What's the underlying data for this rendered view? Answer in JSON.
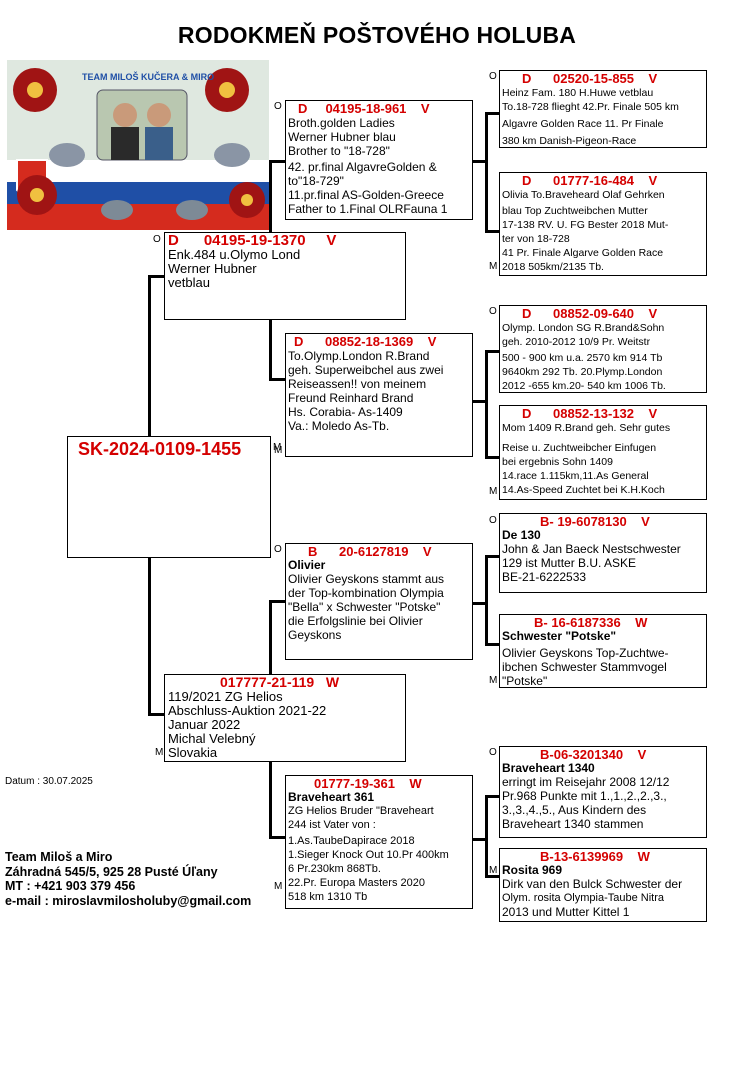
{
  "title": "RODOKMEŇ POŠTOVÉHO HOLUBA",
  "logo_text": "TEAM MILOŠ KUČERA & MIRO",
  "subject": {
    "ring": "SK-2024-0109-1455",
    "sex_mark": "M"
  },
  "date": "Datum : 30.07.2025",
  "footer": {
    "line1": "Team Miloš a Miro",
    "line2": "Záhradná 545/5, 925 28 Pusté Úľany",
    "line3": "MT : +421 903 379 456",
    "line4": "e-mail : miroslavmilosholuby@gmail.com"
  },
  "father": {
    "mark": "O",
    "head": "D      04195-19-1370     V",
    "lines": [
      "Enk.484 u.Olymo Lond",
      "Werner Hubner",
      "vetblau"
    ]
  },
  "mother": {
    "mark": "M",
    "head": "017777-21-119   W",
    "lines": [
      "119/2021       ZG Helios",
      "Abschluss-Auktion 2021-22",
      "Januar 2022",
      "Michal Velebný",
      "Slovakia"
    ]
  },
  "ff": {
    "mark": "O",
    "head": "D     04195-18-961    V",
    "lines": [
      "Broth.golden Ladies",
      "Werner Hubner  blau",
      "Brother to \"18-728\"",
      "42. pr.final AlgavreGolden &",
      "to\"18-729\"",
      "11.pr.final AS-Golden-Greece",
      "Father to 1.Final OLRFauna 1"
    ]
  },
  "fm": {
    "mark": "M",
    "head": "D      08852-18-1369    V",
    "lines": [
      "To.Olymp.London R.Brand",
      "geh.   Superweibchel aus zwei",
      "Reiseassen!!  von meinem",
      "Freund Reinhard Brand",
      "Hs. Corabia- As-1409",
      "Va.: Moledo As-Tb."
    ]
  },
  "mf": {
    "mark": "O",
    "head": "B      20-6127819    V",
    "name": "Olivier",
    "lines": [
      "Olivier Geyskons stammt aus",
      "der Top-kombination Olympia",
      "\"Bella\" x Schwester \"Potske\"",
      "die Erfolgslinie bei Olivier",
      "Geyskons"
    ]
  },
  "mm": {
    "mark": "M",
    "head": "01777-19-361    W",
    "name": "Braveheart 361",
    "lines": [
      "ZG Helios Bruder \"Braveheart",
      "244 ist Vater von :",
      "1.As.TaubeDapirace 2018",
      "1.Sieger Knock Out 10.Pr 400km",
      "6 Pr.230km 868Tb.",
      "22.Pr. Europa Masters 2020",
      "         518 km  1310 Tb"
    ]
  },
  "fff": {
    "mark": "O",
    "head": "D      02520-15-855    V",
    "lines": [
      "Heinz Fam. 180 H.Huwe vetblau",
      "To.18-728 flieght  42.Pr. Finale 505 km",
      "Algavre Golden Race 11. Pr Finale",
      "380 km Danish-Pigeon-Race"
    ]
  },
  "ffm": {
    "mark": "M",
    "head": "D      01777-16-484    V",
    "lines": [
      "Olivia To.Braveheard Olaf Gehrken",
      "blau Top Zuchtweibchen Mutter",
      "17-138 RV. U. FG Bester 2018 Mut-",
      "ter von 18-728",
      " 41 Pr. Finale Algarve Golden  Race",
      "          2018 505km/2135 Tb."
    ]
  },
  "fmf": {
    "mark": "O",
    "head": "D      08852-09-640    V",
    "lines": [
      "Olymp. London SG R.Brand&Sohn",
      "geh. 2010-2012  10/9 Pr. Weitstr",
      " 500 - 900 km u.a. 2570 km 914 Tb",
      "9640km 292 Tb.  20.Plymp.London",
      "2012 -655 km.20- 540 km 1006 Tb."
    ]
  },
  "fmm": {
    "mark": "M",
    "head": "D      08852-13-132    V",
    "lines": [
      "Mom 1409 R.Brand geh. Sehr gutes",
      "",
      "Reise u. Zuchtweibcher Einfugen",
      "bei ergebnis Sohn 1409",
      "14.race 1.115km,11.As General",
      " 14.As-Speed Zuchtet bei K.H.Koch"
    ]
  },
  "mff": {
    "mark": "O",
    "head": "B- 19-6078130    V",
    "name": "De 130",
    "lines": [
      "John & Jan Baeck Nestschwester",
      "129 ist Mutter B.U. ASKE",
      "BE-21-6222533"
    ]
  },
  "mfm": {
    "mark": "M",
    "head": "B- 16-6187336    W",
    "name": "Schwester \"Potske\"",
    "lines": [
      "Olivier Geyskons Top-Zuchtwe-",
      "ibchen Schwester Stammvogel",
      "\"Potske\""
    ]
  },
  "mmf": {
    "mark": "O",
    "head": "B-06-3201340    V",
    "name": "Braveheart 1340",
    "lines": [
      "erringt im Reisejahr 2008 12/12",
      "Pr.968 Punkte mit 1.,1.,2.,2.,3.,",
      "3.,3.,4.,5., Aus Kindern des",
      "      Braveheart 1340 stammen"
    ]
  },
  "mmm": {
    "mark": "M",
    "head": "B-13-6139969    W",
    "name": "Rosita 969",
    "lines": [
      "Dirk van den Bulck Schwester der",
      "Olym. rosita Olympia-Taube Nitra",
      "2013 und Mutter Kittel 1"
    ]
  },
  "colors": {
    "accent": "#d40000",
    "line": "#000000"
  }
}
